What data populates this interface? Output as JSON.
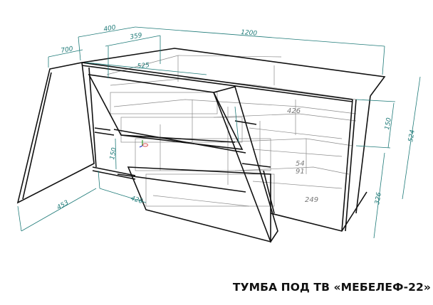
{
  "title": "ТУМБА ПОД ТВ «МЕБЕЛЕФ-22»",
  "colors": {
    "outline": "#111111",
    "hidden_lines": "#8a8a8a",
    "dimension": "#1e7a78",
    "background": "#ffffff"
  },
  "dimensions": {
    "overall_width": "1200",
    "depth": "400",
    "inner_depth": "359",
    "door_width": "700",
    "shelf_width": "525",
    "total_height": "524",
    "upper_section_height": "150",
    "lower_section_height": "326",
    "left_door_bottom": "453",
    "left_base_depth": "426",
    "shelf_gap": "150"
  },
  "inner_labels": {
    "upper_drawer_depth": "426",
    "middle_drawer_a": "54",
    "middle_drawer_b": "91",
    "lower_compartment": "249"
  }
}
